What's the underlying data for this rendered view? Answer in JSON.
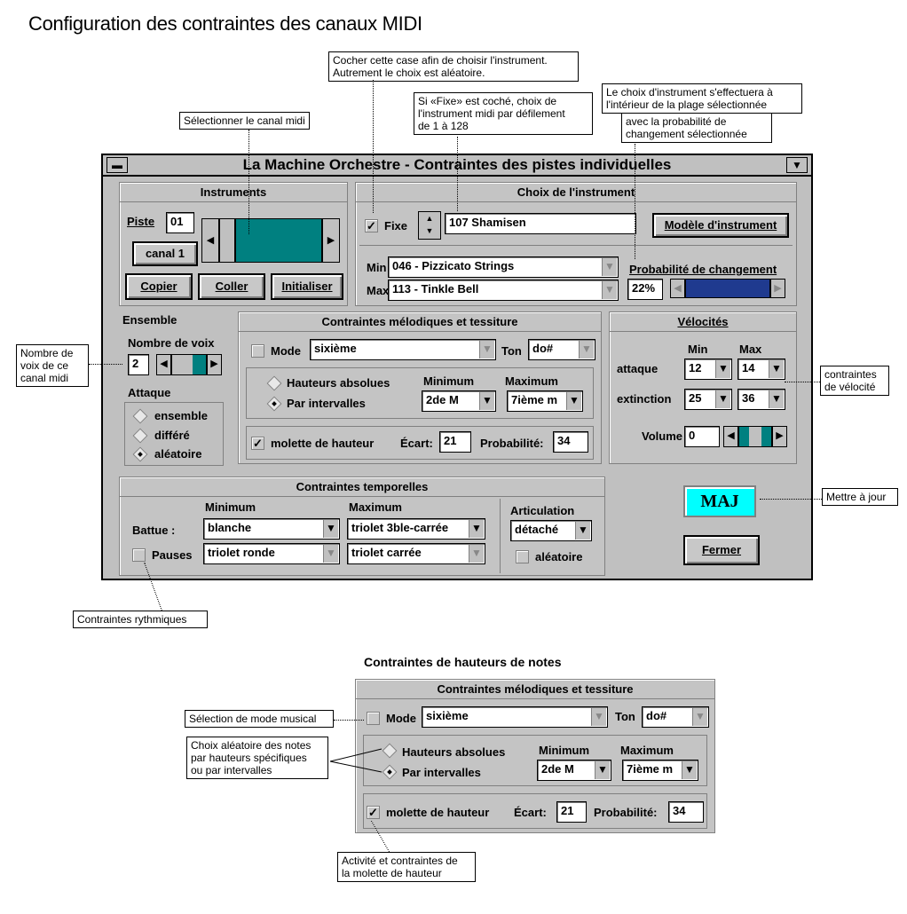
{
  "heading": "Configuration des contraintes des canaux MIDI",
  "heading2": "Contraintes de hauteurs de notes",
  "window": {
    "title": "La Machine Orchestre - Contraintes des pistes individuelles"
  },
  "instruments": {
    "title": "Instruments",
    "piste_label": "Piste",
    "piste_value": "01",
    "canal": "canal 1",
    "copier": "Copier",
    "coller": "Coller",
    "initialiser": "Initialiser"
  },
  "choix": {
    "title": "Choix de l'instrument",
    "fixe_label": "Fixe",
    "instrument": "107 Shamisen",
    "modele_btn": "Modèle d'instrument",
    "min_label": "Min",
    "min_value": "046 - Pizzicato Strings",
    "max_label": "Max",
    "max_value": "113 - Tinkle Bell",
    "prob_label": "Probabilité de changement",
    "prob_value": "22%"
  },
  "ensemble": {
    "title": "Ensemble",
    "voix_label": "Nombre de voix",
    "voix_value": "2",
    "attaque_label": "Attaque",
    "opt1": "ensemble",
    "opt2": "différé",
    "opt3": "aléatoire"
  },
  "melodic": {
    "title": "Contraintes mélodiques et tessiture",
    "mode_label": "Mode",
    "mode_value": "sixième",
    "ton_label": "Ton",
    "ton_value": "do#",
    "hauteurs": "Hauteurs absolues",
    "intervalles": "Par intervalles",
    "minimum": "Minimum",
    "maximum": "Maximum",
    "min_value": "2de M",
    "max_value": "7ième m",
    "molette": "molette de hauteur",
    "ecart_label": "Écart:",
    "ecart_value": "21",
    "prob_label": "Probabilité:",
    "prob_value": "34"
  },
  "velocites": {
    "title": "Vélocités",
    "min": "Min",
    "max": "Max",
    "attaque": "attaque",
    "att_min": "12",
    "att_max": "14",
    "extinction": "extinction",
    "ext_min": "25",
    "ext_max": "36",
    "volume": "Volume",
    "vol_value": "0"
  },
  "temporelles": {
    "title": "Contraintes temporelles",
    "minimum": "Minimum",
    "maximum": "Maximum",
    "battue": "Battue :",
    "b_min": "blanche",
    "b_max": "triolet 3ble-carrée",
    "pauses": "Pauses",
    "p_min": "triolet ronde",
    "p_max": "triolet carrée",
    "articulation": "Articulation",
    "art_value": "détaché",
    "aleatoire": "aléatoire"
  },
  "maj": "MAJ",
  "fermer": "Fermer",
  "callouts": {
    "canal": "Sélectionner le canal midi",
    "fixe": "Cocher cette case afin de choisir l'instrument.\nAutrement le choix est aléatoire.",
    "defil": "Si «Fixe» est coché, choix de\nl'instrument midi par défilement\nde 1 à 128",
    "plage": "Le choix d'instrument s'effectuera  à\nl'intérieur de la plage sélectionnée",
    "proba": "avec la probabilité de\nchangement sélectionnée",
    "voix": "Nombre de\nvoix de ce\ncanal midi",
    "velo": "contraintes\nde vélocité",
    "maj": "Mettre à jour",
    "ryth": "Contraintes rythmiques",
    "mode": "Sélection de mode musical",
    "alea": "Choix aléatoire des notes\npar hauteurs spécifiques\nou par intervalles",
    "molette": "Activité et contraintes de\nla molette de hauteur"
  },
  "colors": {
    "teal": "#008080",
    "blue": "#1f3a8f",
    "maj_bg": "#00ffff",
    "window": "#c0c0c0"
  }
}
